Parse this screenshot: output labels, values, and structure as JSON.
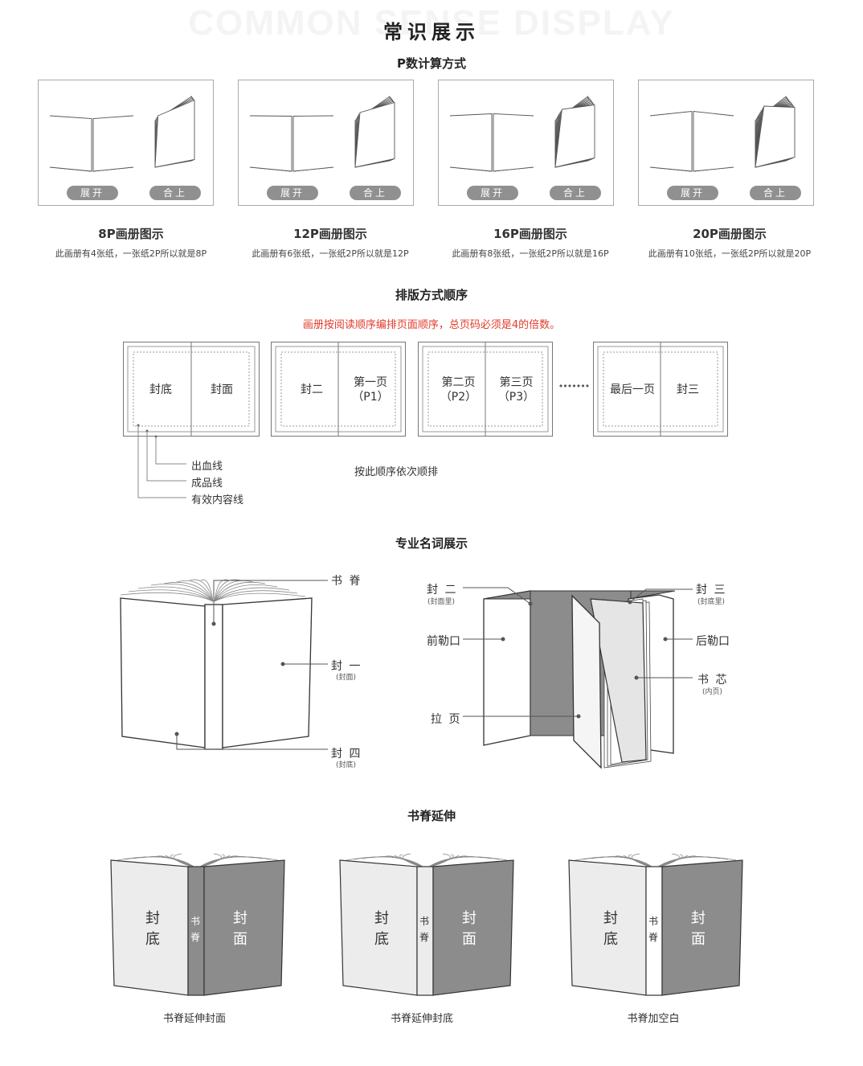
{
  "header": {
    "bg_title": "COMMON SENSE DISPLAY",
    "title": "常识展示"
  },
  "p_section": {
    "title": "P数计算方式",
    "btn_open": "展开",
    "btn_close": "合上",
    "items": [
      {
        "caption": "8P画册图示",
        "desc": "此画册有4张纸，一张纸2P所以就是8P"
      },
      {
        "caption": "12P画册图示",
        "desc": "此画册有6张纸，一张纸2P所以就是12P"
      },
      {
        "caption": "16P画册图示",
        "desc": "此画册有8张纸，一张纸2P所以就是16P"
      },
      {
        "caption": "20P画册图示",
        "desc": "此画册有10张纸，一张纸2P所以就是20P"
      }
    ]
  },
  "layout_section": {
    "title": "排版方式顺序",
    "note": "画册按阅读顺序编排页面顺序，总页码必须是4的倍数。",
    "spreads": [
      {
        "left": "封底",
        "right": "封面"
      },
      {
        "left": "封二",
        "right": "第一页\n（P1）"
      },
      {
        "left": "第二页\n（P2）",
        "right": "第三页\n（P3）"
      },
      {
        "left": "最后一页",
        "right": "封三"
      }
    ],
    "ellipsis": "•••••••",
    "lines": [
      "出血线",
      "成品线",
      "有效内容线"
    ],
    "order_note": "按此顺序依次顺排"
  },
  "terms_section": {
    "title": "专业名词展示",
    "left": {
      "spine": "书 脊",
      "cover1": "封 一",
      "cover1_sub": "(封面)",
      "cover4": "封 四",
      "cover4_sub": "(封底)"
    },
    "right": {
      "cover2": "封 二",
      "cover2_sub": "(封面里)",
      "cover3": "封 三",
      "cover3_sub": "(封底里)",
      "front_flap": "前勒口",
      "back_flap": "后勒口",
      "core": "书 芯",
      "core_sub": "(内页)",
      "pullout": "拉 页"
    }
  },
  "spine_section": {
    "title": "书脊延伸",
    "back_label": "封\n底",
    "spine_label": "书\n脊",
    "front_label": "封\n面",
    "captions": [
      "书脊延伸封面",
      "书脊延伸封底",
      "书脊加空白"
    ]
  },
  "colors": {
    "gray_dark": "#8c8c8c",
    "gray_light": "#ececec",
    "red": "#e23a2a"
  }
}
